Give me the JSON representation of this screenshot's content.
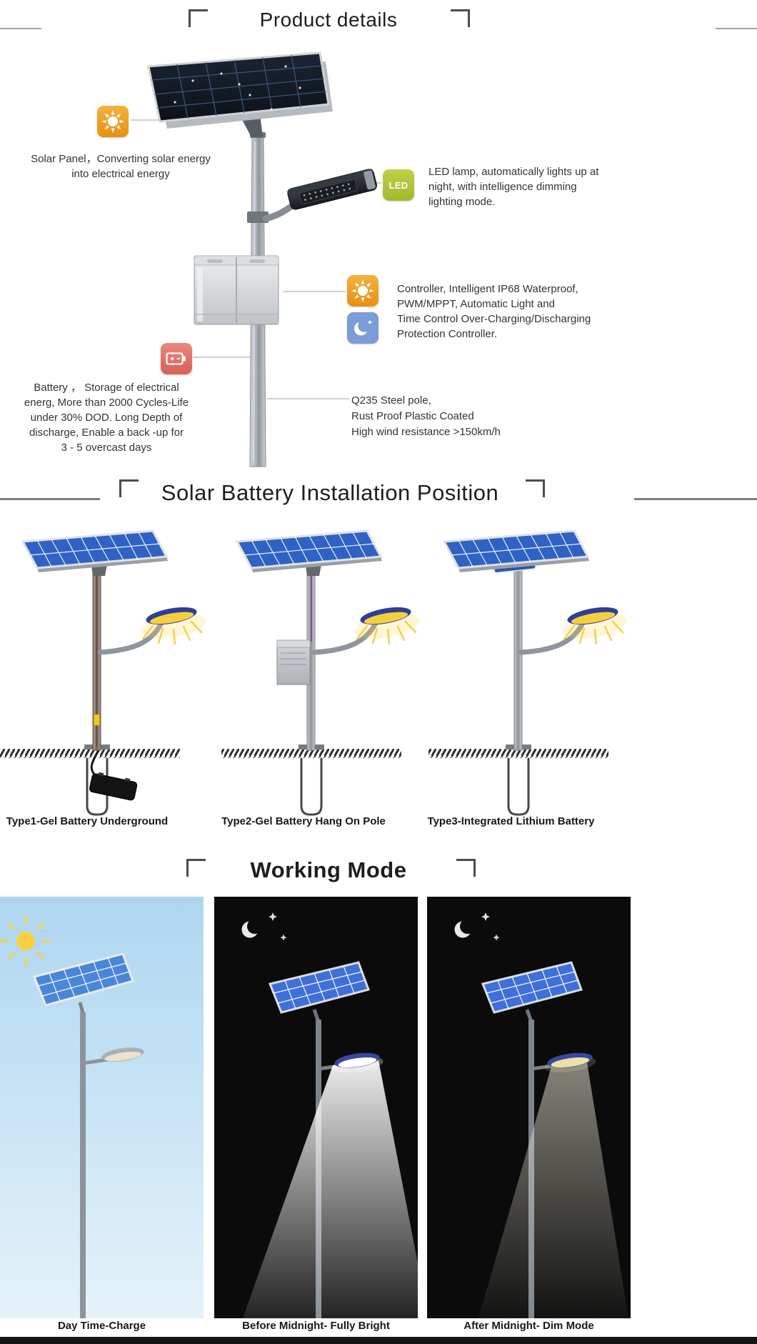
{
  "colors": {
    "accent_orange": "#efa21f",
    "led_green": "#b1c437",
    "moon_blue": "#7b9cd6",
    "battery_red": "#e2716a",
    "panel_blue": "#2f62c4",
    "lamp_glow_yellow": "#f6cf3e",
    "text_dark": "#333333"
  },
  "product_details": {
    "title": "Product details",
    "callouts": {
      "solar_panel": {
        "icon": "sun-icon",
        "lines": [
          "Solar Panel，Converting solar energy",
          "into electrical energy"
        ]
      },
      "led": {
        "icon": "led-icon",
        "icon_label": "LED",
        "lines": [
          "LED lamp, automatically lights up at",
          "night, with intelligence dimming",
          "lighting mode."
        ]
      },
      "controller": {
        "icons": [
          "sun-icon",
          "moon-icon"
        ],
        "lines": [
          "Controller, Intelligent IP68 Waterproof,",
          "PWM/MPPT, Automatic Light and",
          "Time Control Over-Charging/Discharging",
          "Protection Controller."
        ]
      },
      "battery": {
        "icon": "battery-icon",
        "lines": [
          "Battery ，  Storage of electrical",
          "energ, More than 2000 Cycles-Life",
          "under 30% DOD. Long Depth of",
          "discharge, Enable a back -up for",
          "3 - 5 overcast days"
        ]
      },
      "pole": {
        "lines": [
          "Q235 Steel pole,",
          "Rust Proof Plastic Coated",
          "High wind resistance >150km/h"
        ]
      }
    }
  },
  "installation": {
    "title": "Solar Battery Installation Position",
    "types": [
      {
        "label": "Type1-Gel Battery Underground"
      },
      {
        "label": "Type2-Gel Battery Hang On Pole"
      },
      {
        "label": "Type3-Integrated Lithium Battery"
      }
    ]
  },
  "working_mode": {
    "title": "Working Mode",
    "modes": [
      {
        "label": "Day Time-Charge"
      },
      {
        "label": "Before Midnight- Fully Bright"
      },
      {
        "label": "After Midnight- Dim Mode"
      }
    ]
  }
}
